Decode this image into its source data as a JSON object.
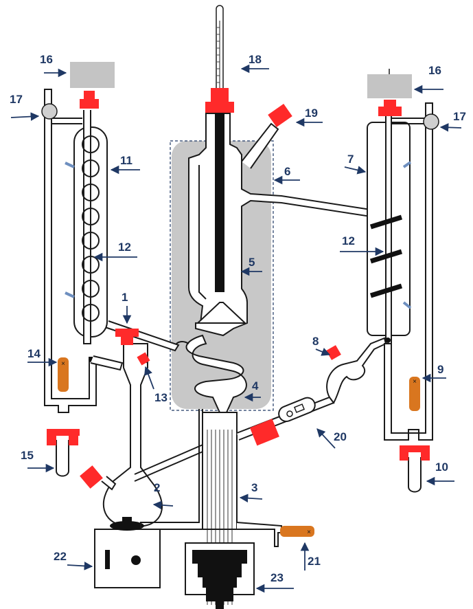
{
  "colors": {
    "glass": "#1a1a1a",
    "stopper": "#ff2a2a",
    "stopper_dark": "#cc0000",
    "valve": "#d9761f",
    "jacket": "#c8c8c8",
    "cap": "#c4c4c4",
    "arrow": "#1f3864",
    "tick": "#6e8fbf"
  },
  "labels": [
    {
      "id": "1",
      "text": "1"
    },
    {
      "id": "2",
      "text": "2"
    },
    {
      "id": "3",
      "text": "3"
    },
    {
      "id": "4",
      "text": "4"
    },
    {
      "id": "5",
      "text": "5"
    },
    {
      "id": "6",
      "text": "6"
    },
    {
      "id": "7",
      "text": "7"
    },
    {
      "id": "8",
      "text": "8"
    },
    {
      "id": "9",
      "text": "9"
    },
    {
      "id": "10",
      "text": "10"
    },
    {
      "id": "11",
      "text": "11"
    },
    {
      "id": "12a",
      "text": "12"
    },
    {
      "id": "12b",
      "text": "12"
    },
    {
      "id": "13",
      "text": "13"
    },
    {
      "id": "14",
      "text": "14"
    },
    {
      "id": "15",
      "text": "15"
    },
    {
      "id": "16a",
      "text": "16"
    },
    {
      "id": "16b",
      "text": "16"
    },
    {
      "id": "17a",
      "text": "17"
    },
    {
      "id": "17b",
      "text": "17"
    },
    {
      "id": "18",
      "text": "18"
    },
    {
      "id": "19",
      "text": "19"
    },
    {
      "id": "20",
      "text": "20"
    },
    {
      "id": "21",
      "text": "21"
    },
    {
      "id": "22",
      "text": "22"
    },
    {
      "id": "23",
      "text": "23"
    }
  ]
}
